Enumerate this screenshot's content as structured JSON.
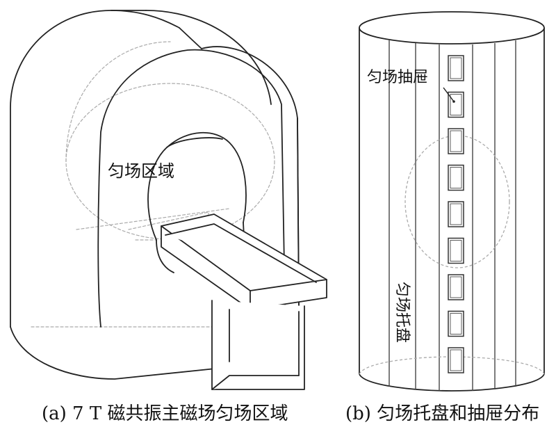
{
  "panel_a": {
    "region_label": "匀场区域",
    "caption": "(a) 7 T 磁共振主磁场匀场区域"
  },
  "panel_b": {
    "drawer_label": "匀场抽屉",
    "tray_label": "匀场托盘",
    "caption": "(b) 匀场托盘和抽屉分布",
    "drawer_count": 9
  },
  "colors": {
    "line": "#222222",
    "dashed": "#aaaaaa",
    "background": "#ffffff"
  }
}
